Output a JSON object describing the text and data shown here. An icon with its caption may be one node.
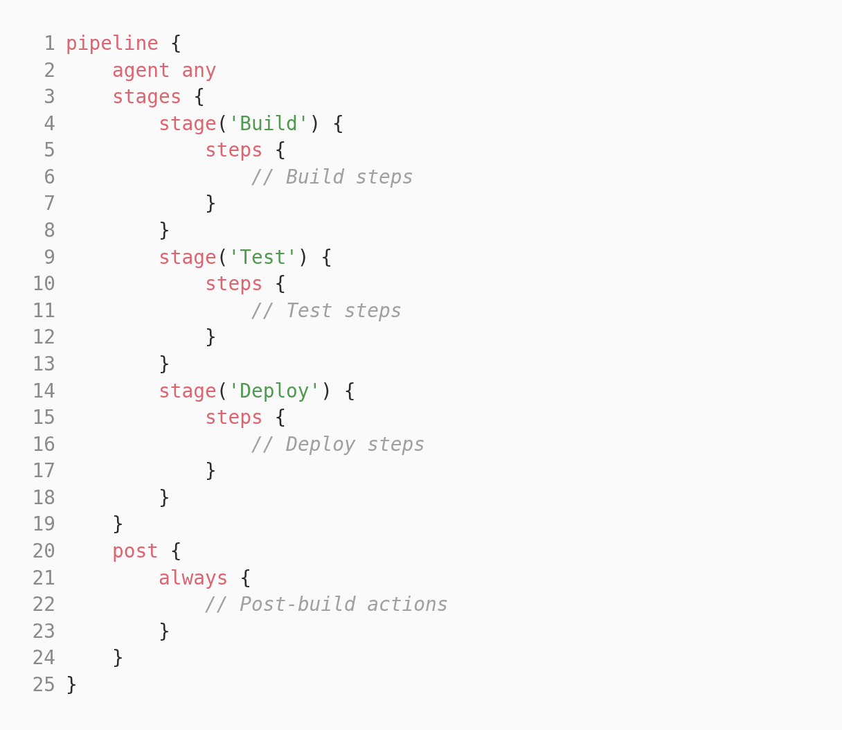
{
  "diagram": {
    "labels": [
      "1",
      "pipeline {",
      "2",
      "agent any",
      "3",
      "stages {",
      "4",
      "stage('Build') {",
      "5",
      "steps {",
      "6",
      "// Build steps",
      "7",
      "}",
      "8",
      "}",
      "9",
      "stage('Test') {",
      "10",
      "steps {",
      "11",
      "// Test steps",
      "12",
      "}",
      "13",
      "}",
      "14",
      "stage('Deploy') {",
      "15",
      "steps {",
      "16",
      "// Deploy steps",
      "17",
      "}",
      "18",
      "}",
      "19",
      "}",
      "20",
      "post {",
      "21",
      "always {",
      "22",
      "// Post-build actions",
      "23",
      "}",
      "24",
      "}",
      "25",
      "}"
    ]
  }
}
